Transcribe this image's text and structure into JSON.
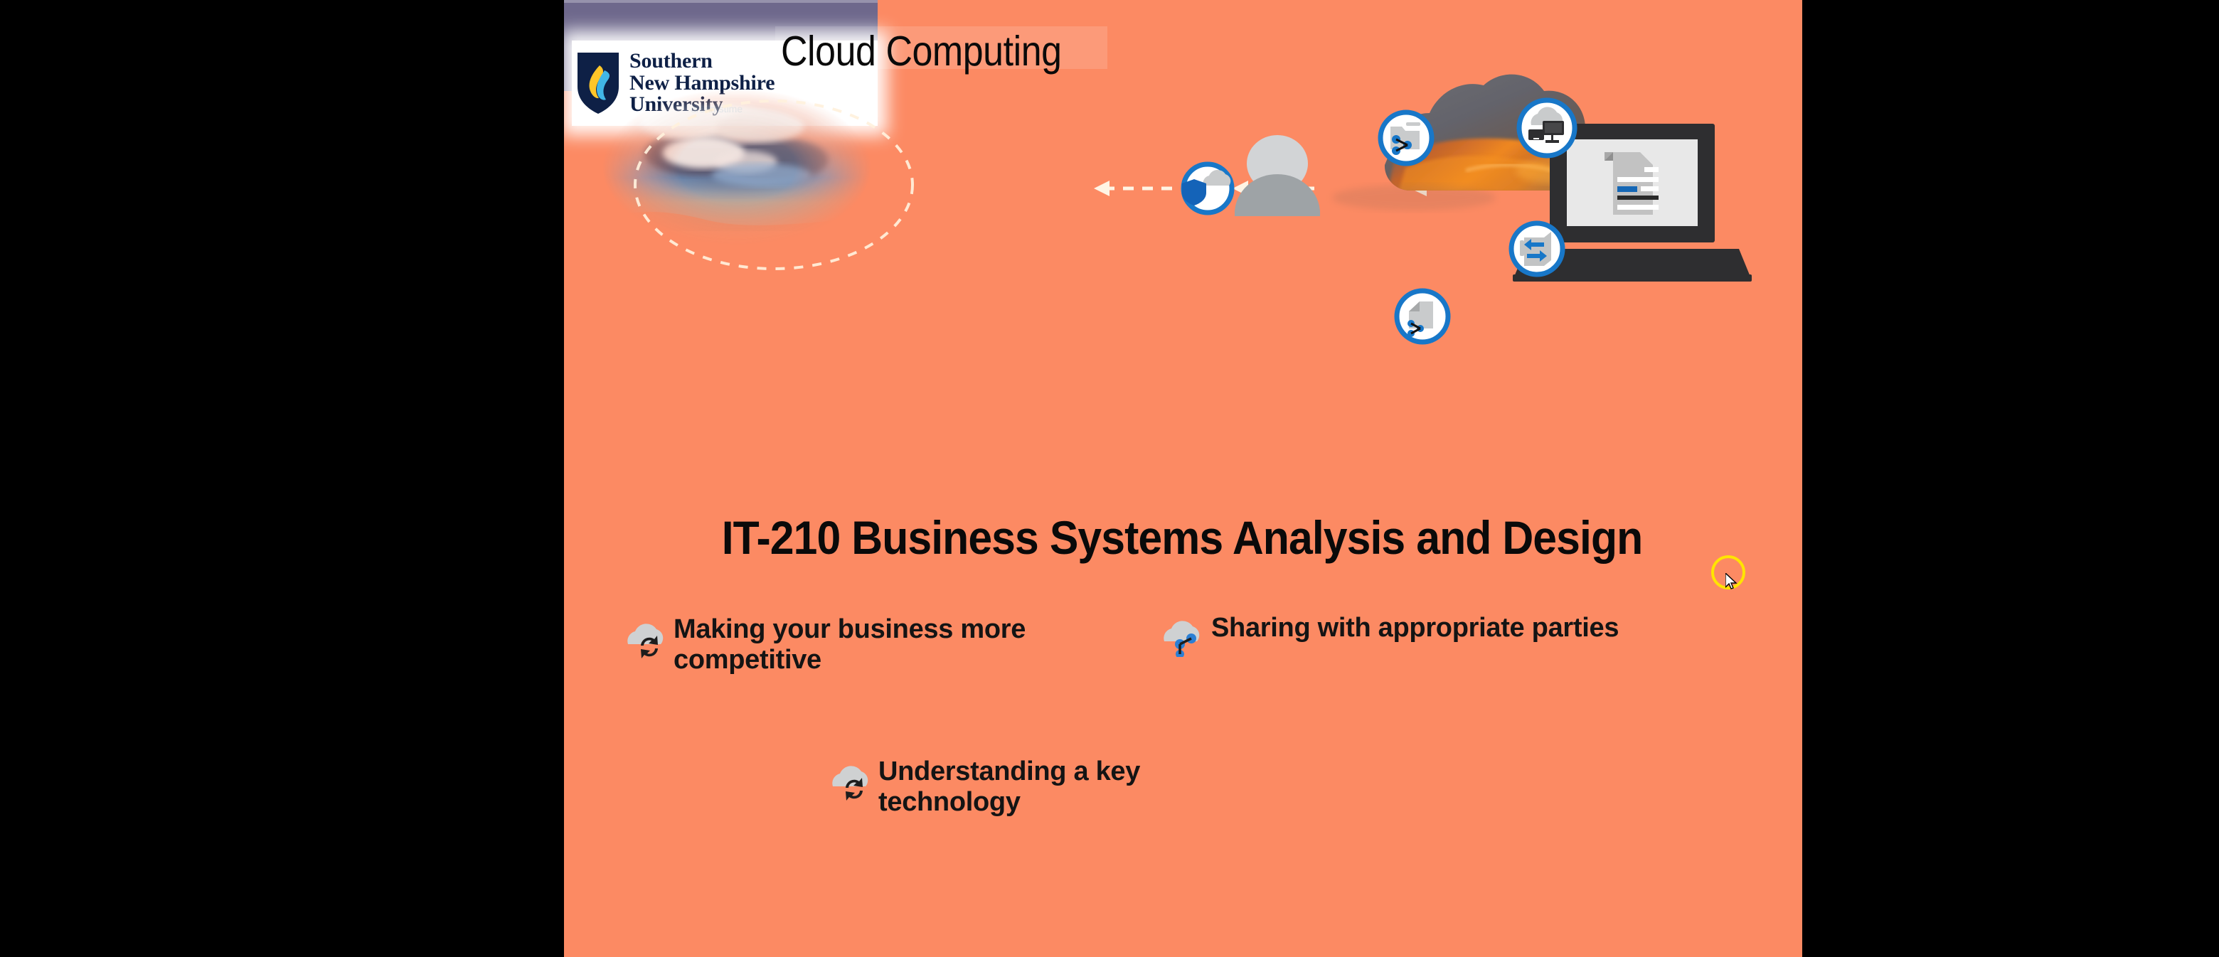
{
  "slide": {
    "background_color": "#FC8A63",
    "band_color": "#6E688C",
    "accent_blue": "#1877C8",
    "title": "Cloud Computing",
    "heading": "IT-210 Business Systems Analysis and Design"
  },
  "logo": {
    "line1": "Southern",
    "line2": "New Hampshire",
    "line3": "University",
    "shield_color": "#0E2046",
    "flame_gold": "#FFC629",
    "flame_blue": "#41B6E6"
  },
  "diagram": {
    "nodes": [
      {
        "name": "user-silhouette",
        "label": ""
      },
      {
        "name": "security-cloud-icon",
        "label": ""
      },
      {
        "name": "shared-folder-icon",
        "label": ""
      },
      {
        "name": "shared-document-icon",
        "label": ""
      },
      {
        "name": "devices-cloud-icon",
        "label": ""
      },
      {
        "name": "data-transfer-icon",
        "label": ""
      },
      {
        "name": "fire-cloud-image",
        "label": ""
      },
      {
        "name": "laptop-document",
        "label": ""
      }
    ]
  },
  "bullets": [
    {
      "icon": "cloud-sync-icon",
      "text": "Making your business more competitive"
    },
    {
      "icon": "cloud-share-icon",
      "text": "Sharing with appropriate parties"
    },
    {
      "icon": "cloud-sync-icon",
      "text": "Understanding a key technology"
    }
  ],
  "cursor": {
    "highlight_color": "#FFE400"
  }
}
